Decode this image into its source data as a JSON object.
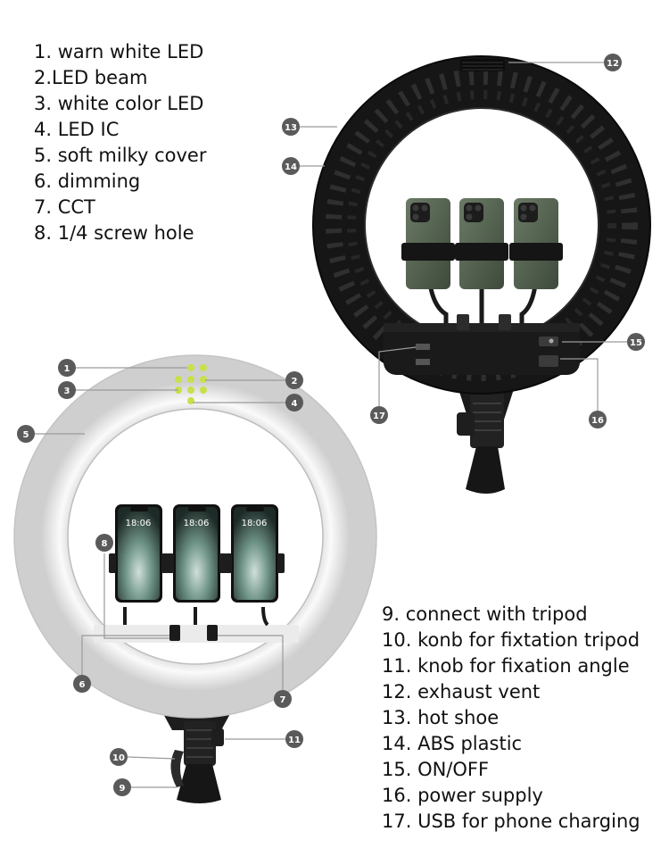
{
  "features_top": [
    "1. warn white LED",
    "2.LED beam",
    "3. white color LED",
    "4. LED IC",
    "5. soft milky cover",
    "6. dimming",
    "7. CCT",
    "8. 1/4 screw hole"
  ],
  "features_bottom": [
    "9. connect with tripod",
    "10. konb for fixtation tripod",
    "11. knob for fixation angle",
    "12. exhaust vent",
    "13. hot shoe",
    "14. ABS plastic",
    "15. ON/OFF",
    "16. power supply",
    "17. USB for phone charging"
  ],
  "callouts": {
    "c1": "1",
    "c2": "2",
    "c3": "3",
    "c4": "4",
    "c5": "5",
    "c6": "6",
    "c7": "7",
    "c8": "8",
    "c9": "9",
    "c10": "10",
    "c11": "11",
    "c12": "12",
    "c13": "13",
    "c14": "14",
    "c15": "15",
    "c16": "16",
    "c17": "17"
  },
  "phone_screen_time": "18:06",
  "colors": {
    "callout_fill": "#5a5a5a",
    "ring_black": "#161616",
    "ring_white": "#f1f1f1",
    "led_green": "#c8e04a",
    "phone_back": "#556150"
  }
}
